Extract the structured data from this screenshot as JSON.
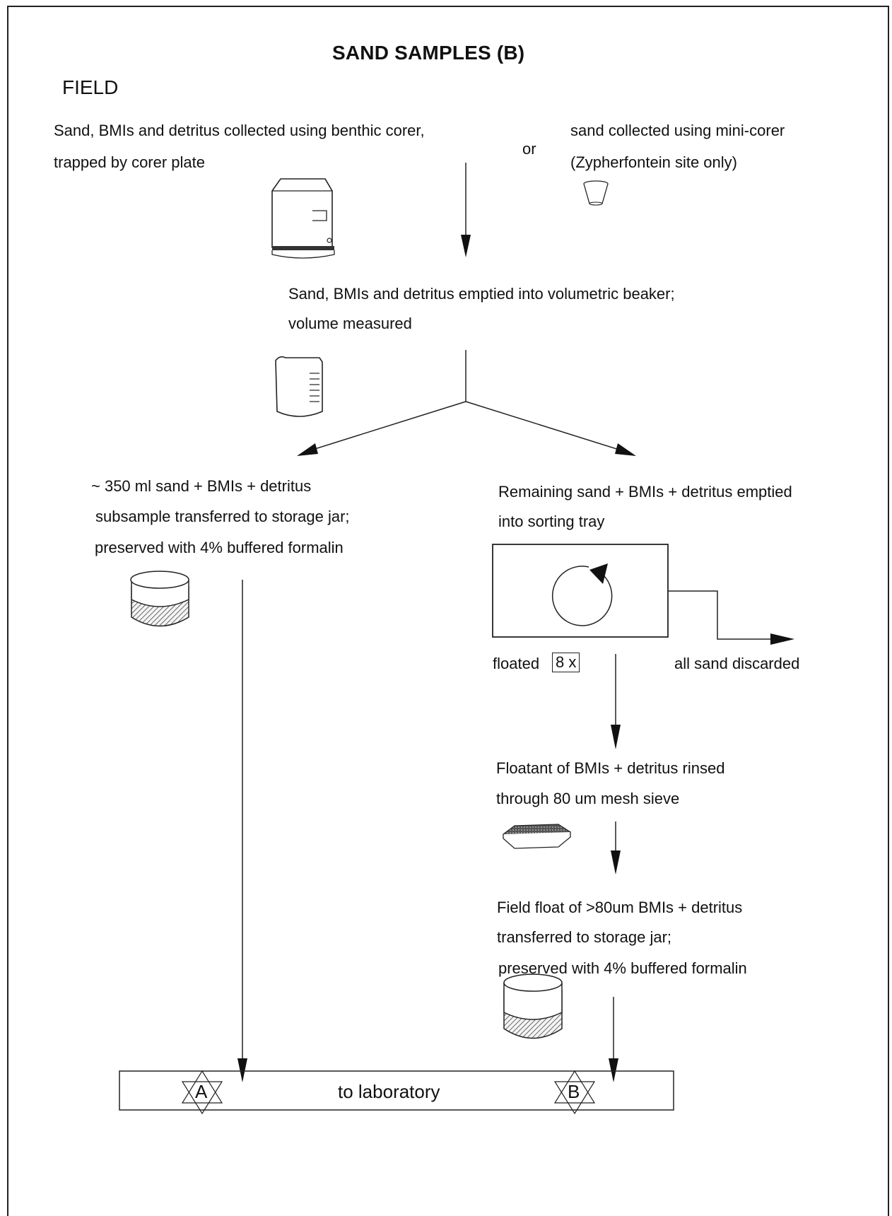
{
  "title": "SAND SAMPLES  (B)",
  "section": "FIELD",
  "steps": {
    "collect_corer_line1": "Sand, BMIs and detritus collected using benthic corer,",
    "collect_corer_line2": "trapped by corer plate",
    "or": "or",
    "collect_mini_line1": "sand collected using mini-corer",
    "collect_mini_line2": "(Zypherfontein site only)",
    "beaker_line1": "Sand, BMIs and detritus emptied into volumetric beaker;",
    "beaker_line2": "volume measured",
    "subsample_line1": "~ 350 ml sand + BMIs + detritus",
    "subsample_line2": "subsample transferred to storage jar;",
    "subsample_line3": "preserved with 4% buffered formalin",
    "remaining_line1": "Remaining sand + BMIs + detritus emptied",
    "remaining_line2": "into sorting tray",
    "floated_label": "floated",
    "floated_count": "8 x",
    "discarded": "all sand discarded",
    "floatant_line1": "Floatant of BMIs + detritus rinsed",
    "floatant_line2": "through 80 um mesh sieve",
    "fieldfloat_line1": "Field float of >80um BMIs + detritus",
    "fieldfloat_line2": "transferred to storage jar;",
    "fieldfloat_line3": "preserved with 4% buffered formalin"
  },
  "footer": {
    "label": "to laboratory",
    "marker_a": "A",
    "marker_b": "B"
  }
}
